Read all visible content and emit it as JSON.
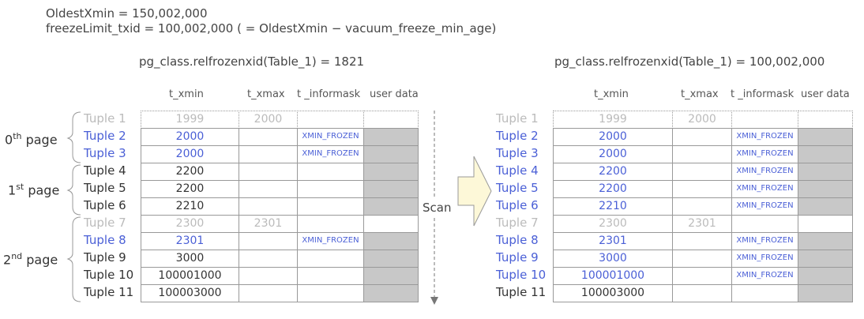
{
  "header": {
    "oldest_xmin": "OldestXmin = 150,002,000",
    "freeze_limit": "freezeLimit_txid   = 100,002,000 ( = OldestXmin − vacuum_freeze_min_age)"
  },
  "left_table": {
    "title": "pg_class.relfrozenxid(Table_1) = 1821",
    "columns": [
      "t_xmin",
      "t_xmax",
      "t _informask",
      "user data"
    ],
    "rows": [
      {
        "label": "Tuple 1",
        "xmin": "1999",
        "xmax": "2000",
        "mask": "",
        "style": "grey"
      },
      {
        "label": "Tuple 2",
        "xmin": "2000",
        "xmax": "",
        "mask": "XMIN_FROZEN",
        "style": "blue"
      },
      {
        "label": "Tuple 3",
        "xmin": "2000",
        "xmax": "",
        "mask": "XMIN_FROZEN",
        "style": "blue"
      },
      {
        "label": "Tuple 4",
        "xmin": "2200",
        "xmax": "",
        "mask": "",
        "style": "dark"
      },
      {
        "label": "Tuple 5",
        "xmin": "2200",
        "xmax": "",
        "mask": "",
        "style": "dark"
      },
      {
        "label": "Tuple 6",
        "xmin": "2210",
        "xmax": "",
        "mask": "",
        "style": "dark"
      },
      {
        "label": "Tuple 7",
        "xmin": "2300",
        "xmax": "2301",
        "mask": "",
        "style": "grey"
      },
      {
        "label": "Tuple 8",
        "xmin": "2301",
        "xmax": "",
        "mask": "XMIN_FROZEN",
        "style": "blue"
      },
      {
        "label": "Tuple 9",
        "xmin": "3000",
        "xmax": "",
        "mask": "",
        "style": "dark"
      },
      {
        "label": "Tuple 10",
        "xmin": "100001000",
        "xmax": "",
        "mask": "",
        "style": "dark"
      },
      {
        "label": "Tuple 11",
        "xmin": "100003000",
        "xmax": "",
        "mask": "",
        "style": "dark"
      }
    ]
  },
  "right_table": {
    "title": "pg_class.relfrozenxid(Table_1) = 100,002,000",
    "columns": [
      "t_xmin",
      "t_xmax",
      "t _informask",
      "user data"
    ],
    "rows": [
      {
        "label": "Tuple 1",
        "xmin": "1999",
        "xmax": "2000",
        "mask": "",
        "style": "grey"
      },
      {
        "label": "Tuple 2",
        "xmin": "2000",
        "xmax": "",
        "mask": "XMIN_FROZEN",
        "style": "blue"
      },
      {
        "label": "Tuple 3",
        "xmin": "2000",
        "xmax": "",
        "mask": "XMIN_FROZEN",
        "style": "blue"
      },
      {
        "label": "Tuple 4",
        "xmin": "2200",
        "xmax": "",
        "mask": "XMIN_FROZEN",
        "style": "blue"
      },
      {
        "label": "Tuple 5",
        "xmin": "2200",
        "xmax": "",
        "mask": "XMIN_FROZEN",
        "style": "blue"
      },
      {
        "label": "Tuple 6",
        "xmin": "2210",
        "xmax": "",
        "mask": "XMIN_FROZEN",
        "style": "blue"
      },
      {
        "label": "Tuple 7",
        "xmin": "2300",
        "xmax": "2301",
        "mask": "",
        "style": "grey"
      },
      {
        "label": "Tuple 8",
        "xmin": "2301",
        "xmax": "",
        "mask": "XMIN_FROZEN",
        "style": "blue"
      },
      {
        "label": "Tuple 9",
        "xmin": "3000",
        "xmax": "",
        "mask": "XMIN_FROZEN",
        "style": "blue"
      },
      {
        "label": "Tuple 10",
        "xmin": "100001000",
        "xmax": "",
        "mask": "XMIN_FROZEN",
        "style": "blue"
      },
      {
        "label": "Tuple 11",
        "xmin": "100003000",
        "xmax": "",
        "mask": "",
        "style": "dark"
      }
    ]
  },
  "pages": [
    {
      "num": "0",
      "sup": "th",
      "text": "page"
    },
    {
      "num": "1",
      "sup": "st",
      "text": "page"
    },
    {
      "num": "2",
      "sup": "nd",
      "text": "page"
    }
  ],
  "scan_label": "Scan",
  "colors": {
    "blue": "#4a5fd6",
    "grey": "#bbbbbb",
    "dark": "#333333",
    "user_data": "#c8c8c8",
    "arrow_fill": "#fdf8d8"
  }
}
